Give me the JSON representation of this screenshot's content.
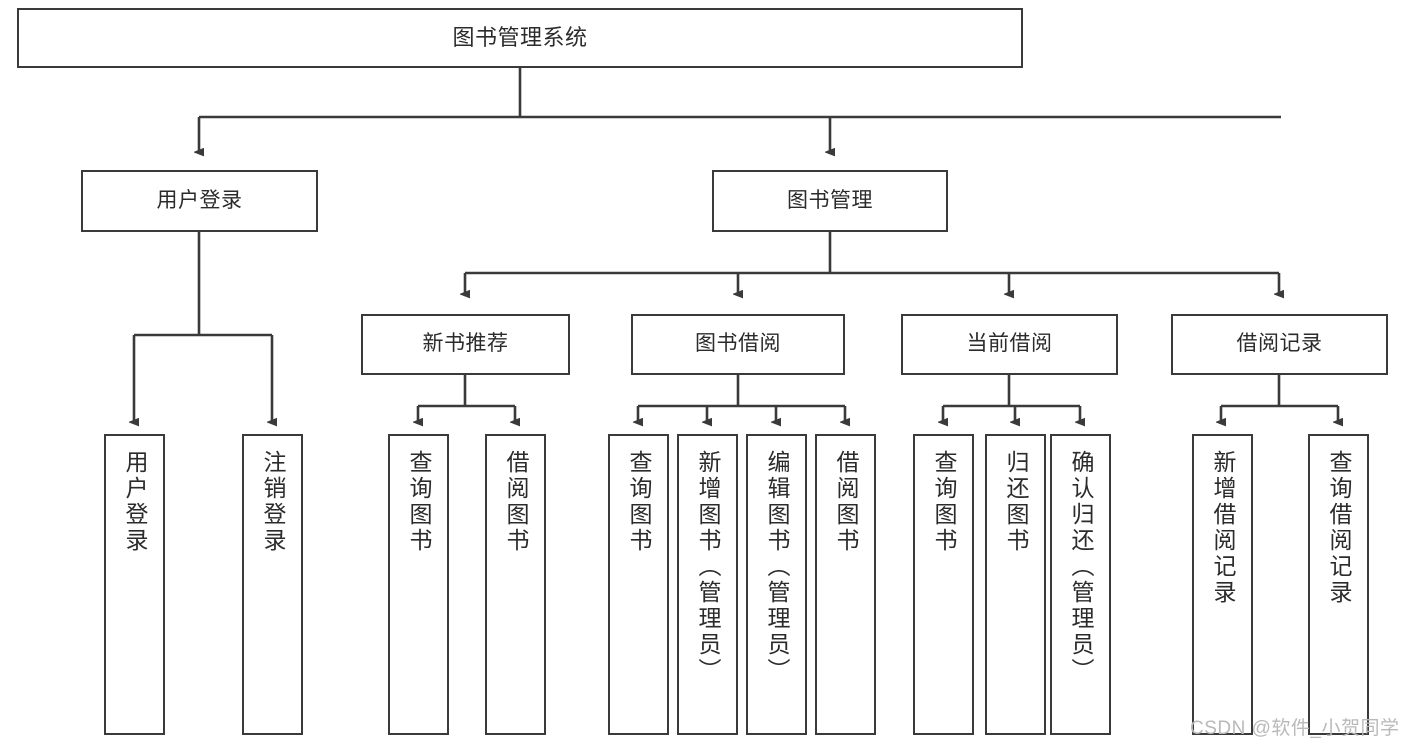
{
  "diagram": {
    "title": "图书管理系统",
    "type": "tree-hierarchy",
    "watermark": "CSDN @软件_小贺同学",
    "colors": {
      "box_border": "#3a3a3a",
      "box_fill": "#ffffff",
      "text": "#2b2b2b",
      "edge": "#3a3a3a",
      "background": "#ffffff",
      "watermark": "#b9b9b9"
    },
    "levels": {
      "root": {
        "label": "图书管理系统"
      },
      "level2": [
        {
          "id": "user-login",
          "label": "用户登录"
        },
        {
          "id": "book-management",
          "label": "图书管理"
        }
      ],
      "level3": [
        {
          "id": "new-book-recommend",
          "label": "新书推荐",
          "parent": "book-management"
        },
        {
          "id": "book-borrow",
          "label": "图书借阅",
          "parent": "book-management"
        },
        {
          "id": "current-borrow",
          "label": "当前借阅",
          "parent": "book-management"
        },
        {
          "id": "borrow-record",
          "label": "借阅记录",
          "parent": "book-management"
        }
      ],
      "leaves": {
        "user_login": [
          {
            "id": "leaf-user-login",
            "label": "用户登录"
          },
          {
            "id": "leaf-user-logout",
            "label": "注销登录"
          }
        ],
        "new_book_recommend": [
          {
            "id": "leaf-query-book-1",
            "label": "查询图书"
          },
          {
            "id": "leaf-borrow-book-1",
            "label": "借阅图书"
          }
        ],
        "book_borrow": [
          {
            "id": "leaf-query-book-2",
            "label": "查询图书"
          },
          {
            "id": "leaf-add-book",
            "label": "新增图书（管理员）"
          },
          {
            "id": "leaf-edit-book",
            "label": "编辑图书（管理员）"
          },
          {
            "id": "leaf-borrow-book-2",
            "label": "借阅图书"
          }
        ],
        "current_borrow": [
          {
            "id": "leaf-query-book-3",
            "label": "查询图书"
          },
          {
            "id": "leaf-return-book",
            "label": "归还图书"
          },
          {
            "id": "leaf-confirm-return",
            "label": "确认归还（管理员）"
          }
        ],
        "borrow_record": [
          {
            "id": "leaf-add-borrow-record",
            "label": "新增借阅记录"
          },
          {
            "id": "leaf-query-borrow-record",
            "label": "查询借阅记录"
          }
        ]
      }
    }
  }
}
